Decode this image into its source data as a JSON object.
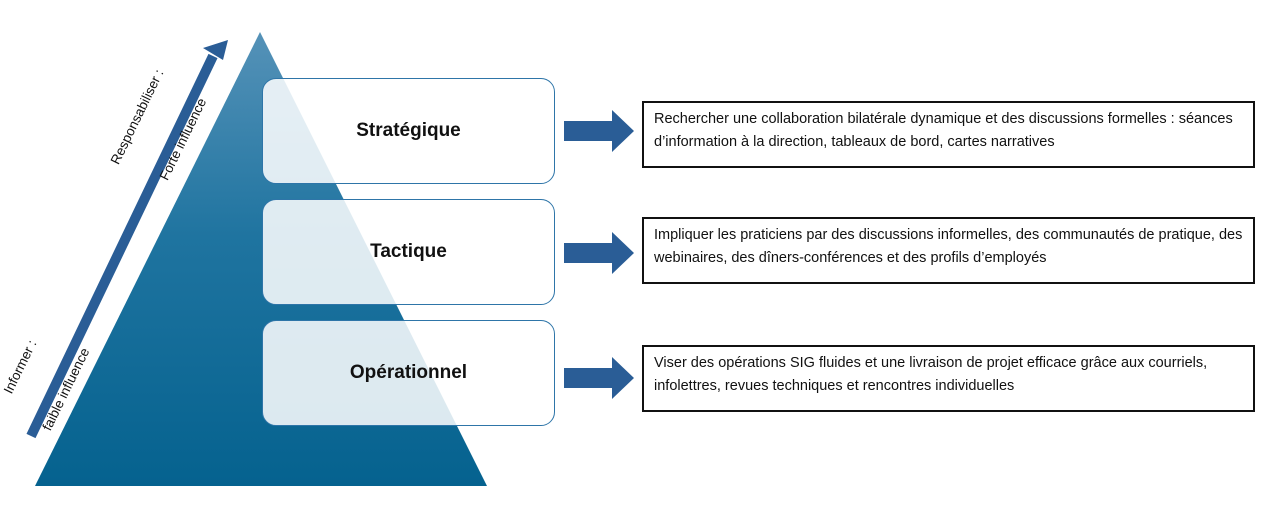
{
  "levels": [
    {
      "name": "Stratégique",
      "description": "Rechercher une collaboration bilatérale dynamique et des discussions formelles : séances d’information à la direction, tableaux de bord, cartes narratives"
    },
    {
      "name": "Tactique",
      "description": "Impliquer les praticiens par des discussions informelles, des communautés de pratique, des webinaires, des dîners-conférences et des profils d’employés"
    },
    {
      "name": "Opérationnel",
      "description": "Viser des opérations SIG fluides et une livraison de projet efficace grâce aux courriels, infolettres, revues techniques et rencontres individuelles"
    }
  ],
  "axis": {
    "top_label_line1": "Responsabiliser :",
    "top_label_line2": "Forte influence",
    "bottom_label_line1": "Informer :",
    "bottom_label_line2": "faible influence"
  },
  "colors": {
    "pyramid_top": "#4a8db5",
    "pyramid_bottom": "#06628f",
    "arrow": "#2a5d96",
    "box_border": "#2e75a8"
  },
  "icons": [
    "right-arrow-icon",
    "up-diagonal-arrow-icon"
  ]
}
